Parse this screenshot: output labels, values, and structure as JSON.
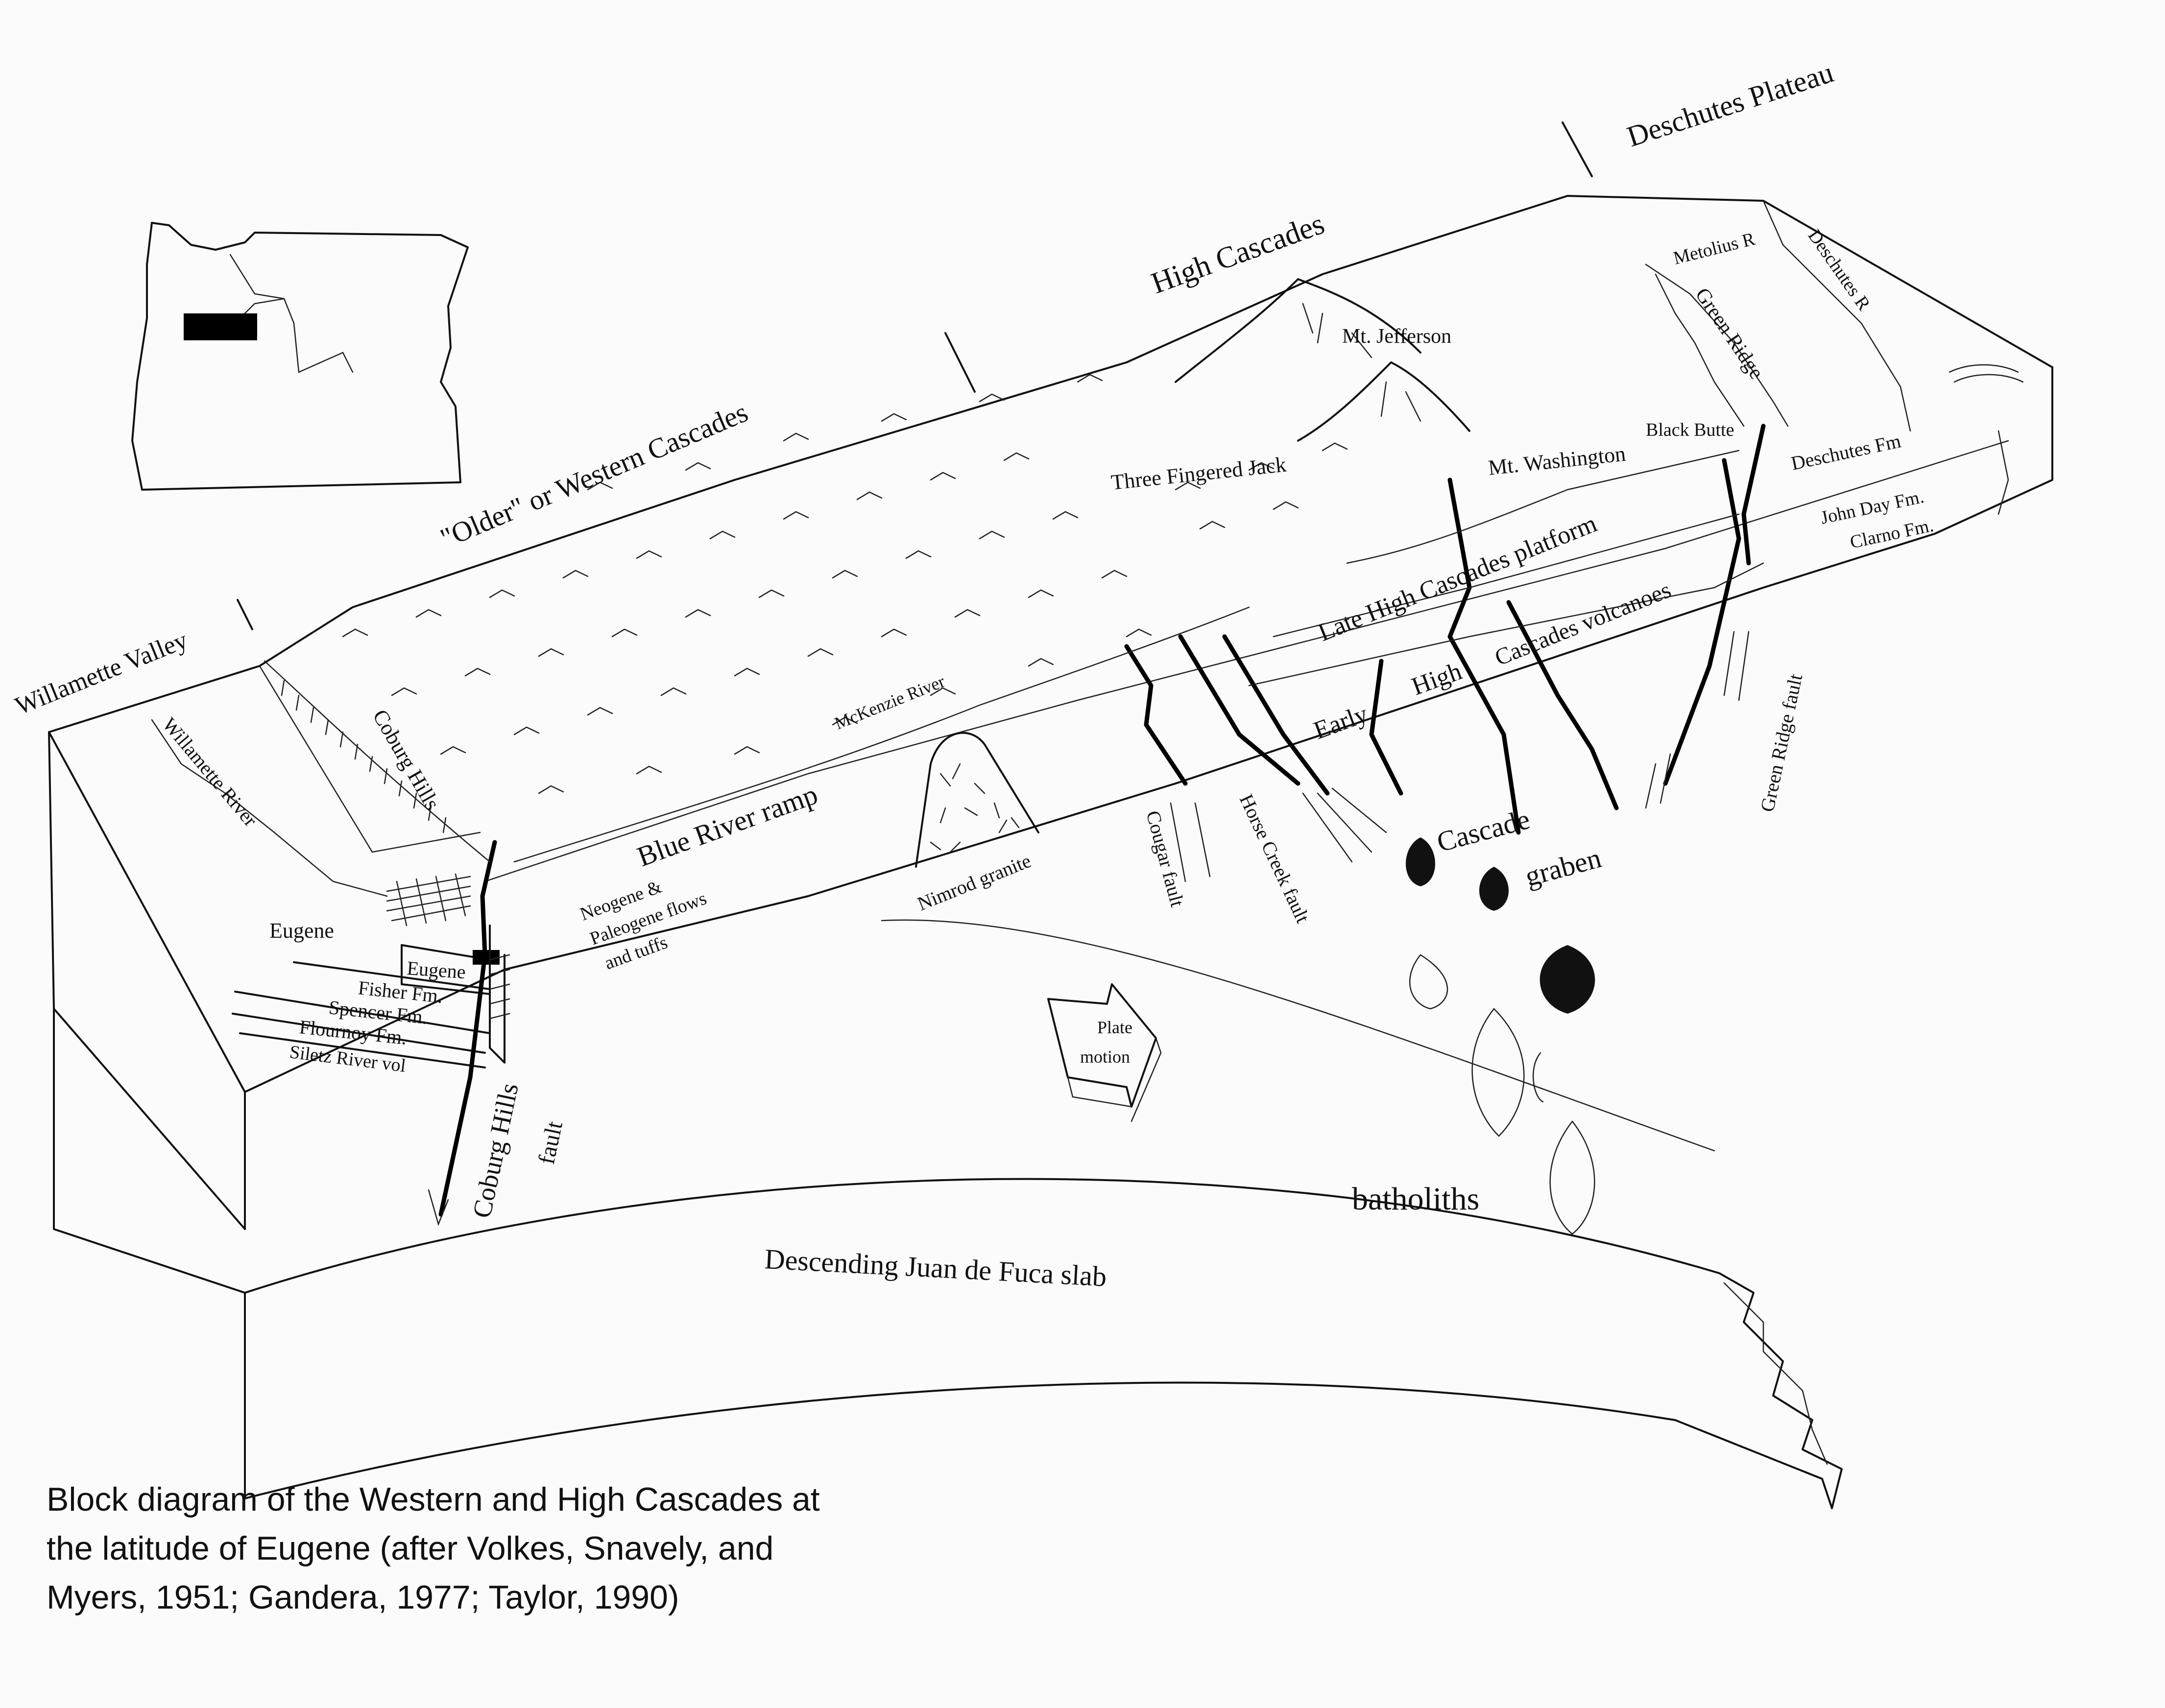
{
  "labels": {
    "deschutes_plateau": "Deschutes Plateau",
    "high_cascades": "High Cascades",
    "older_western": "\"Older\" or Western Cascades",
    "willamette_valley": "Willamette Valley",
    "metolius": "Metolius R",
    "deschutes_r": "Deschutes R",
    "green_ridge": "Green Ridge",
    "mt_jefferson": "Mt. Jefferson",
    "three_fingered": "Three Fingered Jack",
    "black_butte": "Black Butte",
    "mt_washington": "Mt. Washington",
    "deschutes_fm": "Deschutes Fm",
    "john_day": "John Day Fm.",
    "clarno": "Clarno Fm.",
    "late_hc": "Late High Cascades platform",
    "early_high": "Early",
    "high_word": "High",
    "cascades_volcanoes": "Cascades volcanoes",
    "mckenzie": "McKenzie River",
    "coburg_hills": "Coburg Hills",
    "willamette_river": "Willamette River",
    "blue_river": "Blue River ramp",
    "nimrod": "Nimrod granite",
    "cougar": "Cougar fault",
    "horse_creek": "Horse Creek fault",
    "cascade_graben_1": "Cascade",
    "cascade_graben_2": "graben",
    "green_ridge_fault": "Green Ridge fault",
    "eugene_city": "Eugene",
    "eugene_fm": "Eugene",
    "fisher": "Fisher Fm.",
    "spencer": "Spencer Fm.",
    "flournoy": "Flournoy Fm.",
    "siletz": "Siletz River vol",
    "neogene_1": "Neogene &",
    "neogene_2": "Paleogene flows",
    "neogene_3": "and tuffs",
    "plate_1": "Plate",
    "plate_2": "motion",
    "coburg_fault_1": "Coburg Hills",
    "coburg_fault_2": "fault",
    "batholiths": "batholiths",
    "slab": "Descending Juan de Fuca slab"
  },
  "caption": {
    "line1": "Block diagram of the Western and High Cascades at",
    "line2": "the latitude of Eugene (after Volkes, Snavely, and",
    "line3": "Myers, 1951; Gandera, 1977; Taylor, 1990)"
  }
}
